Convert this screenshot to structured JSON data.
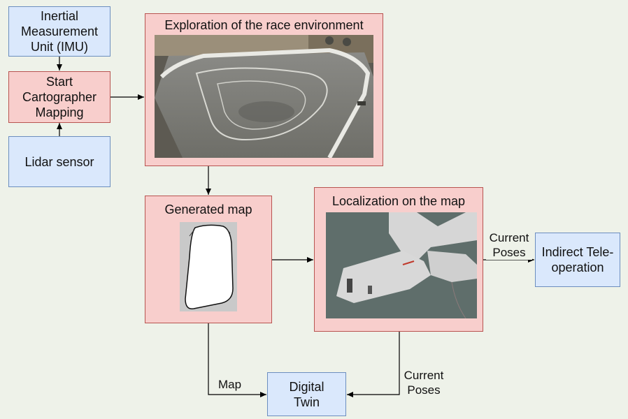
{
  "nodes": {
    "imu": "Inertial\nMeasurement\nUnit (IMU)",
    "cartographer": "Start\nCartographer\nMapping",
    "lidar": "Lidar sensor",
    "exploration": "Exploration of the race environment",
    "generated_map": "Generated map",
    "localization": "Localization on the map",
    "teleop": "Indirect Tele-\noperation",
    "digital_twin": "Digital\nTwin"
  },
  "edge_labels": {
    "current_poses_right": "Current\nPoses",
    "map": "Map",
    "current_poses_down": "Current\nPoses"
  },
  "colors": {
    "background": "#eef2e9",
    "blue_fill": "#dae8fc",
    "blue_stroke": "#6c8ebf",
    "red_fill": "#f8cecc",
    "red_stroke": "#b85450",
    "arrow": "#000000"
  }
}
